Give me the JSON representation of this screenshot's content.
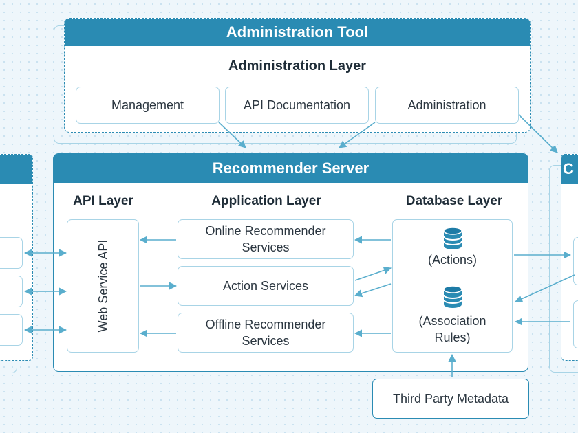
{
  "colors": {
    "accent": "#2a8bb3",
    "box_border": "#a8d4e6",
    "arrow": "#5aaecd",
    "background": "#eef6fb"
  },
  "admin_tool": {
    "title": "Administration Tool",
    "layer_title": "Administration Layer",
    "items": [
      {
        "label": "Management"
      },
      {
        "label": "API Documentation"
      },
      {
        "label": "Administration"
      }
    ]
  },
  "server": {
    "title": "Recommender Server",
    "api_layer": {
      "title": "API Layer",
      "box_label": "Web Service API"
    },
    "application_layer": {
      "title": "Application Layer",
      "items": [
        {
          "label": "Online Recommender Services"
        },
        {
          "label": "Action Services"
        },
        {
          "label": "Offline Recommender Services"
        }
      ]
    },
    "database_layer": {
      "title": "Database Layer",
      "items": [
        {
          "label": "(Actions)",
          "icon": "database-icon"
        },
        {
          "label": "(Association Rules)",
          "icon": "database-icon"
        }
      ]
    }
  },
  "third_party": {
    "label": "Third Party Metadata"
  },
  "right_panel": {
    "title_fragment": "C"
  }
}
